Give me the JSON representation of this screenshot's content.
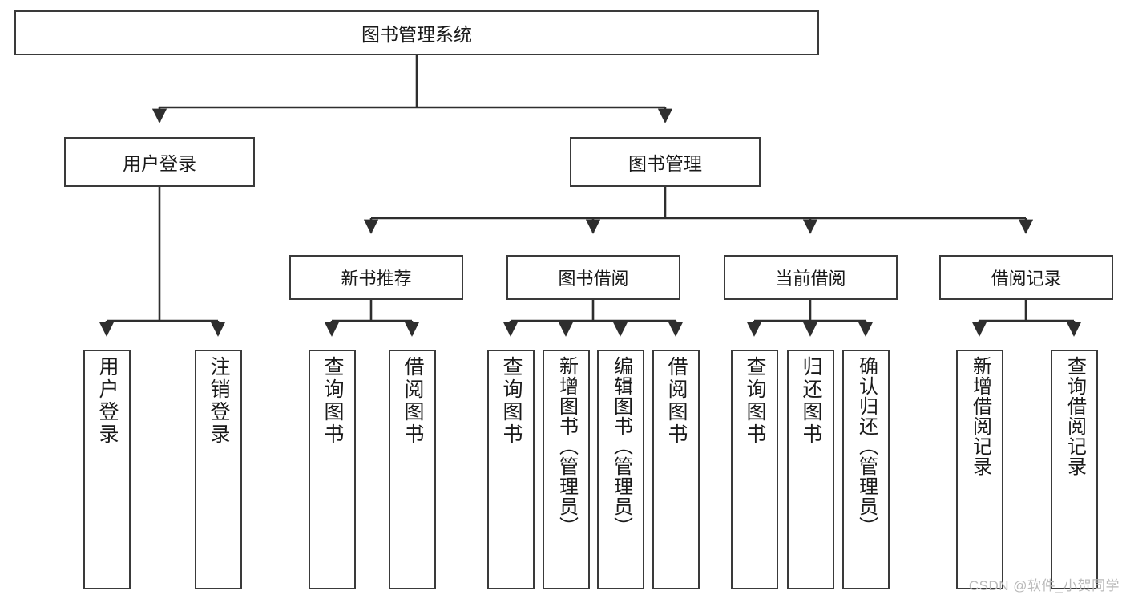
{
  "diagram": {
    "title": "图书管理系统",
    "watermark": "CSDN @软件_小贺同学",
    "colors": {
      "box_border": "#3a3a3a",
      "edge": "#2e2e2e",
      "background": "#ffffff",
      "text": "#1a1a1a",
      "watermark": "#b9b9b9"
    },
    "root": {
      "label": "图书管理系统"
    },
    "level2": [
      {
        "label": "用户登录"
      },
      {
        "label": "图书管理"
      }
    ],
    "level3": [
      {
        "label": "新书推荐"
      },
      {
        "label": "图书借阅"
      },
      {
        "label": "当前借阅"
      },
      {
        "label": "借阅记录"
      }
    ],
    "leaves": {
      "user_login": [
        {
          "label": "用户登录"
        },
        {
          "label": "注销登录"
        }
      ],
      "new_book_recommend": [
        {
          "label": "查询图书"
        },
        {
          "label": "借阅图书"
        }
      ],
      "book_borrow": [
        {
          "label": "查询图书"
        },
        {
          "label": "新增图书（管理员）"
        },
        {
          "label": "编辑图书（管理员）"
        },
        {
          "label": "借阅图书"
        }
      ],
      "current_borrow": [
        {
          "label": "查询图书"
        },
        {
          "label": "归还图书"
        },
        {
          "label": "确认归还（管理员）"
        }
      ],
      "borrow_record": [
        {
          "label": "新增借阅记录"
        },
        {
          "label": "查询借阅记录"
        }
      ]
    }
  }
}
